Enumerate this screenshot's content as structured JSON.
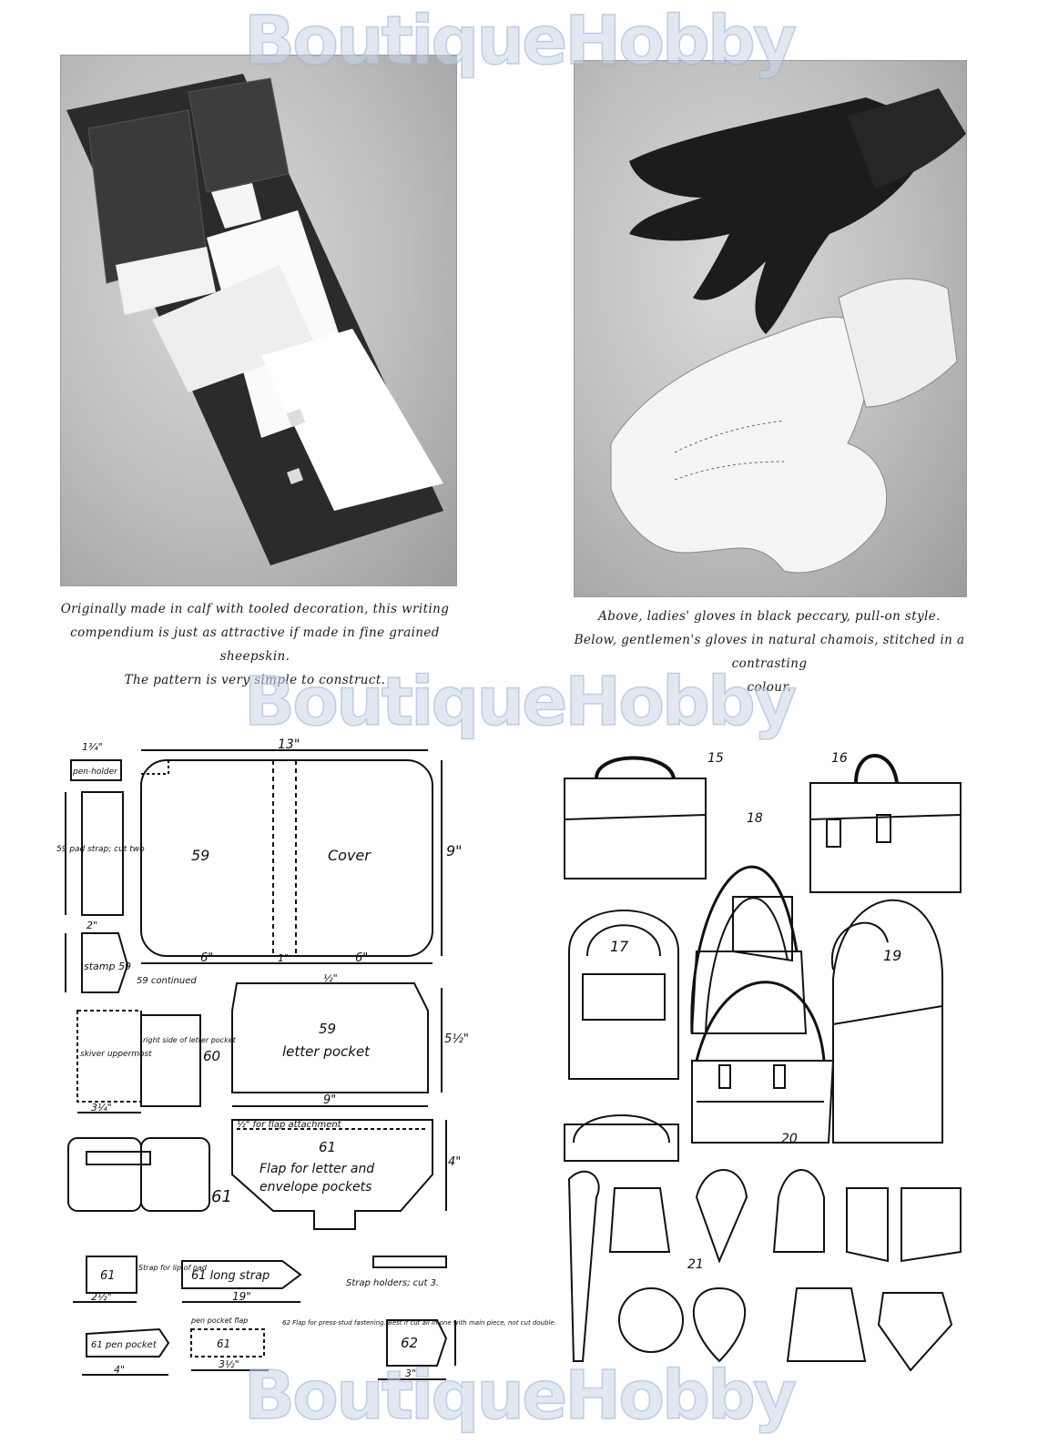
{
  "captions": {
    "compendium": [
      "Originally made in calf with tooled decoration, this writing",
      "compendium is just as attractive if made in fine grained sheepskin.",
      "The pattern is very simple to construct."
    ],
    "gloves": [
      "Above, ladies' gloves in black peccary, pull-on style.",
      "Below, gentlemen's gloves in natural chamois, stitched in a contrasting",
      "colour."
    ]
  },
  "watermark": "BoutiqueHobby",
  "pattern_labels": {
    "dim_13": "13\"",
    "dim_9": "9\"",
    "dim_1_3_4": "1¾\"",
    "dim_6a": "6\"",
    "dim_1": "1\"",
    "dim_6b": "6\"",
    "dim_2": "2\"",
    "dim_half": "½\"",
    "dim_5_half": "5½\"",
    "dim_9b": "9\"",
    "dim_4": "4\"",
    "dim_3_quarter": "3¼\"",
    "dim_19": "19\"",
    "dim_2_half": "2½\"",
    "dim_3_half": "3½\"",
    "dim_3": "3\"",
    "dim_4b": "4\"",
    "pen_holder": "pen-holder",
    "cover_num": "59",
    "cover": "Cover",
    "pad_strap": "59 pad strap; cut two",
    "stamp": "stamp 59",
    "continued": "59 continued",
    "letter_num": "59",
    "letter_pocket": "letter pocket",
    "skiver": "skiver uppermost",
    "right_side": "right side of letter pocket",
    "sixty": "60",
    "flap_attach": "½\" for flap attachment",
    "flap_num": "61",
    "flap_line1": "Flap for letter and",
    "flap_line2": "envelope pockets",
    "sixty_one": "61",
    "strap_pad_num": "61",
    "strap_pad": "Strap for lip of pad",
    "long_strap": "61 long strap",
    "strap_holders": "Strap holders; cut 3.",
    "pen_pocket": "61 pen pocket",
    "pen_pocket_flap": "pen pocket flap",
    "sixty_one_b": "61",
    "flap_note": "62 Flap for press-stud fastening. Best if cut all in one with main piece, not cut double.",
    "sixty_two": "62"
  },
  "bag_labels": {
    "n15": "15",
    "n16": "16",
    "n17": "17",
    "n18": "18",
    "n19": "19",
    "n20": "20",
    "n21": "21"
  }
}
